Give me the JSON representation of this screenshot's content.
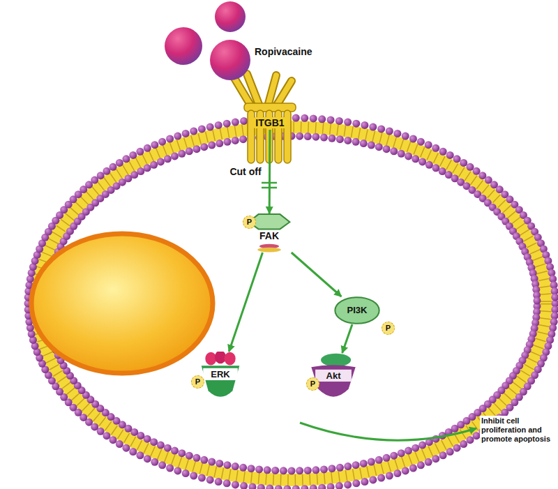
{
  "diagram": {
    "nodes": [
      {
        "text": [
          "ITGB1"
        ]
      },
      {
        "text": [
          "FAK"
        ]
      },
      {
        "text": [
          "PI3K"
        ]
      },
      {
        "text": [
          "ERK"
        ]
      },
      {
        "text": [
          "Akt"
        ]
      }
    ],
    "edges": [
      {
        "from": 0,
        "to": 1,
        "label": "Cut off",
        "arrow": "to"
      },
      {
        "from": 1,
        "to": 3,
        "arrow": "to"
      },
      {
        "from": 1,
        "to": 2,
        "arrow": "to"
      },
      {
        "from": 2,
        "to": 4,
        "arrow": "to"
      }
    ],
    "labels": [
      "Ropivacaine",
      "P",
      "P",
      "P",
      "P",
      "Inhibit cell proliferation and promote apoptosis"
    ]
  }
}
